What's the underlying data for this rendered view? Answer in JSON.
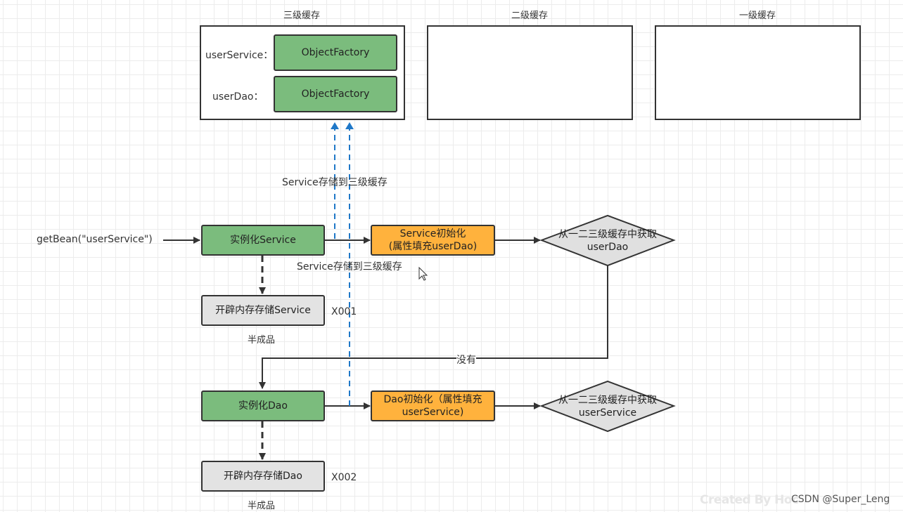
{
  "caches": {
    "level3": {
      "title": "三级缓存"
    },
    "level2": {
      "title": "二级缓存"
    },
    "level1": {
      "title": "一级缓存"
    }
  },
  "level3_entries": [
    {
      "key": "userService：",
      "value": "ObjectFactory"
    },
    {
      "key": "userDao：",
      "value": "ObjectFactory"
    }
  ],
  "edge_labels": {
    "store_service_top": "Service存储到三级缓存",
    "store_service_mid": "Service存储到三级缓存",
    "none": "没有"
  },
  "entry": "getBean(\"userService\")",
  "service_flow": {
    "instantiate": "实例化Service",
    "init_line1": "Service初始化",
    "init_line2": "(属性填充userDao)",
    "get_line1": "从一二三级缓存中获取",
    "get_line2": "userDao",
    "allocate": "开辟内存存储Service",
    "address": "X001",
    "half": "半成品"
  },
  "dao_flow": {
    "instantiate": "实例化Dao",
    "init_line1": "Dao初始化（属性填充",
    "init_line2": "userService)",
    "get_line1": "从一二三级缓存中获取",
    "get_line2": "userService",
    "allocate": "开辟内存存储Dao",
    "address": "X002",
    "half": "半成品"
  },
  "watermark": {
    "tool": "Created By Hoc",
    "source": "CSDN @Super_Leng"
  },
  "colors": {
    "instantiate_fill": "#7bbc7d",
    "init_fill": "#ffb23d",
    "memory_fill": "#e3e3e3",
    "dashed_arrow": "#1f78c8",
    "line": "#333333"
  }
}
